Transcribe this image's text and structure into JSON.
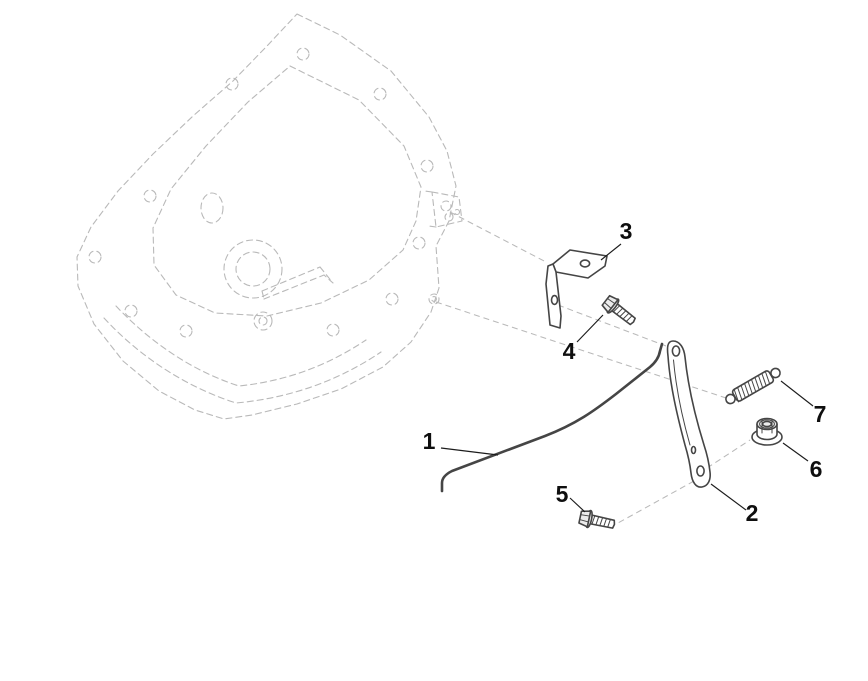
{
  "figure": {
    "type": "exploded-parts-diagram",
    "background": "#ffffff",
    "colors": {
      "ghost": "#b9b9b9",
      "part": "#454545",
      "leader": "#1c1c1c",
      "label": "#0f0f0f"
    },
    "parts": [
      {
        "label": "1"
      },
      {
        "label": "2"
      },
      {
        "label": "3"
      },
      {
        "label": "4"
      },
      {
        "label": "5"
      },
      {
        "label": "6"
      },
      {
        "label": "7"
      }
    ]
  }
}
